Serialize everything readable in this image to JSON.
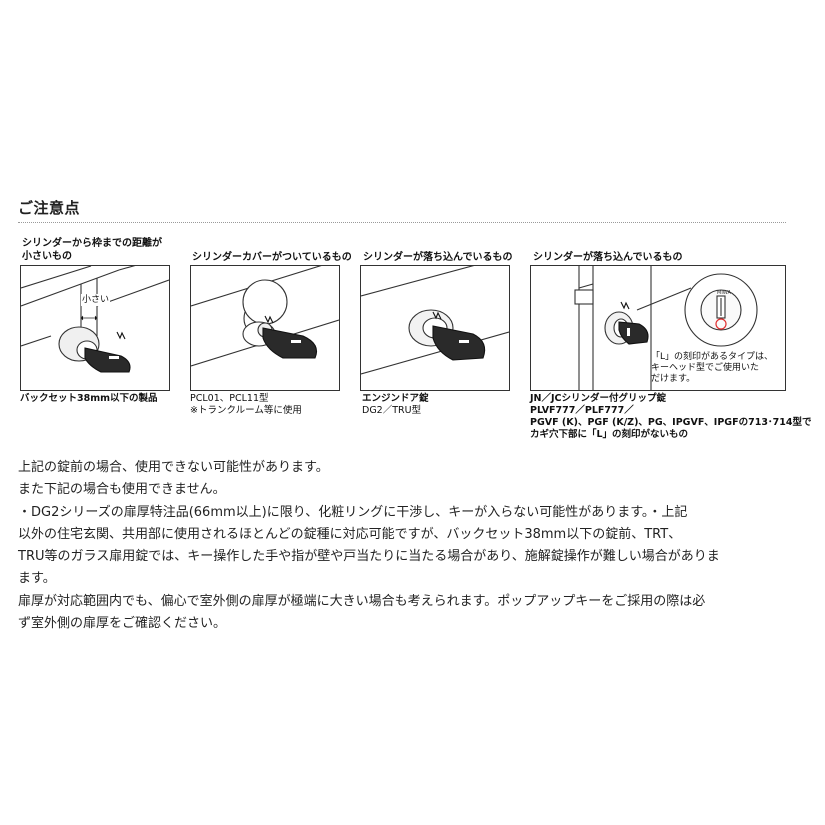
{
  "section": {
    "title": "ご注意点"
  },
  "panels": [
    {
      "caption_lines": [
        "シリンダーから枠までの距離が",
        "小さいもの"
      ],
      "callout": "小さい",
      "sub_lines": [
        "バックセット38mm以下の製品"
      ]
    },
    {
      "caption_lines": [
        "シリンダーカバーがついているもの"
      ],
      "sub_lines": [
        "PCL01、PCL11型",
        "※トランクルーム等に使用"
      ]
    },
    {
      "caption_lines": [
        "シリンダーが落ち込んでいるもの"
      ],
      "sub_lines": [
        "エンジンドア錠",
        "DG2／TRU型"
      ]
    },
    {
      "caption_lines": [
        "シリンダーが落ち込んでいるもの"
      ],
      "note_lines": [
        "「L」の刻印があるタイプは、",
        "キーヘッド型でご使用いた",
        "だけます。"
      ],
      "sub_lines": [
        "JN／JCシリンダー付グリップ錠",
        "PLVF777／PLF777／",
        "PGVF (K)、PGF (K/Z)、PG、IPGVF、IPGFの713･714型で",
        "カギ穴下部に「L」の刻印がないもの"
      ]
    }
  ],
  "body": {
    "lines": [
      "上記の錠前の場合、使用できない可能性があります。",
      "また下記の場合も使用できません。",
      "・DG2シリーズの扉厚特注品(66mm以上)に限り、化粧リングに干渉し、キーが入らない可能性があります。・上記",
      "以外の住宅玄関、共用部に使用されるほとんどの錠種に対応可能ですが、バックセット38mm以下の錠前、TRT、",
      "TRU等のガラス扉用錠では、キー操作した手や指が壁や戸当たりに当たる場合があり、施解錠操作が難しい場合がありま",
      "ます。",
      "扉厚が対応範囲内でも、偏心で室外側の扉厚が極端に大きい場合も考えられます。ポップアップキーをご採用の際は必",
      "ず室外側の扉厚をご確認ください。"
    ]
  },
  "colors": {
    "accent_red": "#e03030",
    "line": "#333333"
  }
}
